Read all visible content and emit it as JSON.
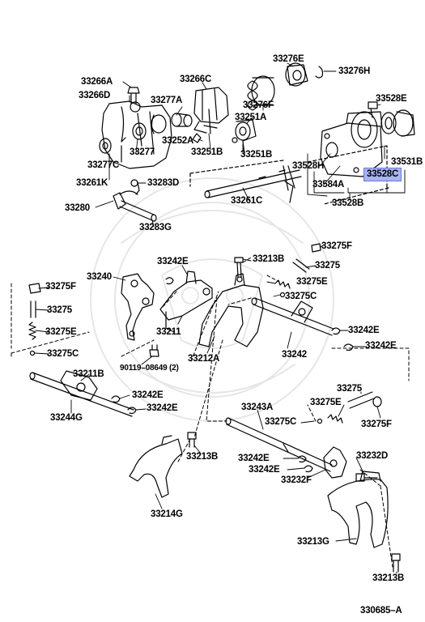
{
  "diagram_number": "330685–A",
  "highlight_color": "#a9b4f0",
  "parts": {
    "p33276E": "33276E",
    "p33276H": "33276H",
    "p33266A": "33266A",
    "p33266C": "33266C",
    "p33528E": "33528E",
    "p33266D": "33266D",
    "p33277A": "33277A",
    "p33276F": "33276F",
    "p33251A": "33251A",
    "p33252A": "33252A",
    "p33277": "33277",
    "p33251B_a": "33251B",
    "p33251B_b": "33251B",
    "p33277C": "33277C",
    "p33528H": "33528H",
    "p33531B": "33531B",
    "p33528C": "33528C",
    "p33261K": "33261K",
    "p33283D": "33283D",
    "p33584A": "33584A",
    "p33261C": "33261C",
    "p33528B": "33528B",
    "p33280": "33280",
    "p33283G": "33283G",
    "p33275F_top": "33275F",
    "p33213B_top": "33213B",
    "p33242E_top": "33242E",
    "p33275_top": "33275",
    "p33240": "33240",
    "p33275E_top": "33275E",
    "p33275F_left": "33275F",
    "p33275C_top": "33275C",
    "p33275_left": "33275",
    "p33275E_left": "33275E",
    "p33242E_r1": "33242E",
    "p33211": "33211",
    "p33242E_r2": "33242E",
    "p33275C_left": "33275C",
    "p33212A": "33212A",
    "p33242": "33242",
    "p90119": "90119–08649 (2)",
    "p33211B": "33211B",
    "p33242E_m1": "33242E",
    "p33275_mid": "33275",
    "p33242E_m2": "33242E",
    "p33243A": "33243A",
    "p33275E_mid": "33275E",
    "p33244G": "33244G",
    "p33275C_mid": "33275C",
    "p33275F_mid": "33275F",
    "p33213B_mid": "33213B",
    "p33232D": "33232D",
    "p33242E_b1": "33242E",
    "p33242E_b2": "33242E",
    "p33232F": "33232F",
    "p33214G": "33214G",
    "p33213G": "33213G",
    "p33213B_bot": "33213B"
  }
}
